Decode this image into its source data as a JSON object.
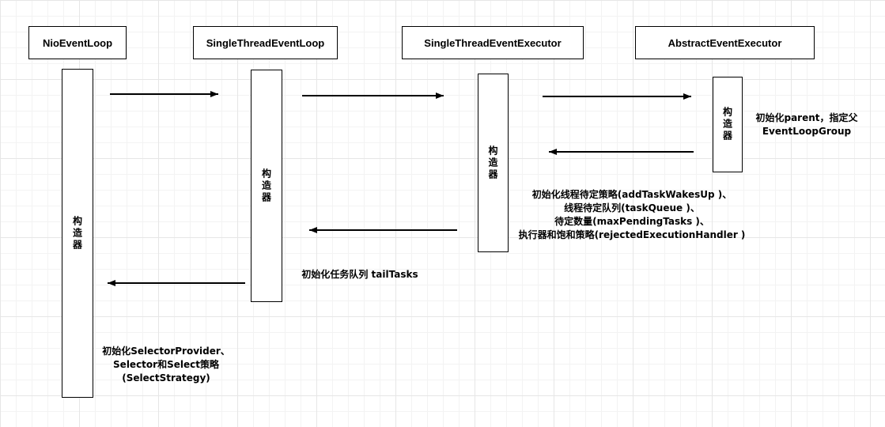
{
  "participants": [
    {
      "name": "NioEventLoop",
      "lifeline_label": "构造器"
    },
    {
      "name": "SingleThreadEventLoop",
      "lifeline_label": "构造器"
    },
    {
      "name": "SingleThreadEventExecutor",
      "lifeline_label": "构造器"
    },
    {
      "name": "AbstractEventExecutor",
      "lifeline_label": "构造器"
    }
  ],
  "notes": {
    "abstract": [
      "初始化parent，指定父",
      "EventLoopGroup"
    ],
    "executor": [
      "初始化线程待定策略(addTaskWakesUp )、",
      "线程待定队列(taskQueue )、",
      "待定数量(maxPendingTasks )、",
      "执行器和饱和策略(rejectedExecutionHandler )"
    ],
    "loop": [
      "初始化任务队列 tailTasks"
    ],
    "nio": [
      "初始化SelectorProvider、",
      "Selector和Select策略",
      "(SelectStrategy)"
    ]
  }
}
